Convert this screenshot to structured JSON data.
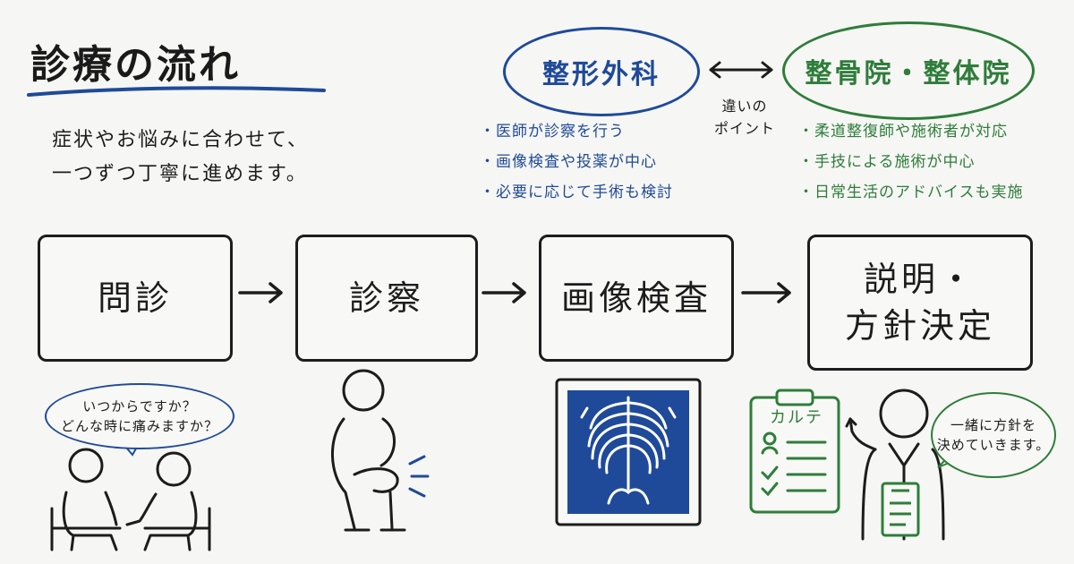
{
  "title": "診療の流れ",
  "intro": [
    "症状やお悩みに合わせて、",
    "一つずつ丁寧に進めます。"
  ],
  "comparison": {
    "left": {
      "title": "整形外科",
      "points": [
        "医師が診察を行う",
        "画像検査や投薬が中心",
        "必要に応じて手術も検討"
      ]
    },
    "right": {
      "title": "整骨院・整体院",
      "points": [
        "柔道整復師や施術者が対応",
        "手技による施術が中心",
        "日常生活のアドバイスも実施"
      ]
    },
    "middle_label": [
      "違いの",
      "ポイント"
    ]
  },
  "steps": [
    "問診",
    "診察",
    "画像検査",
    [
      "説明・",
      "方針決定"
    ]
  ],
  "bubbles": {
    "consultation": [
      "いつからですか？",
      "どんな時に痛みますか？"
    ],
    "explanation": [
      "一緒に方針を",
      "決めていきます。"
    ]
  },
  "karte_label": "カルテ",
  "colors": {
    "blue": "#1f4a99",
    "green": "#2e7d3a",
    "ink": "#1c1c1c"
  }
}
